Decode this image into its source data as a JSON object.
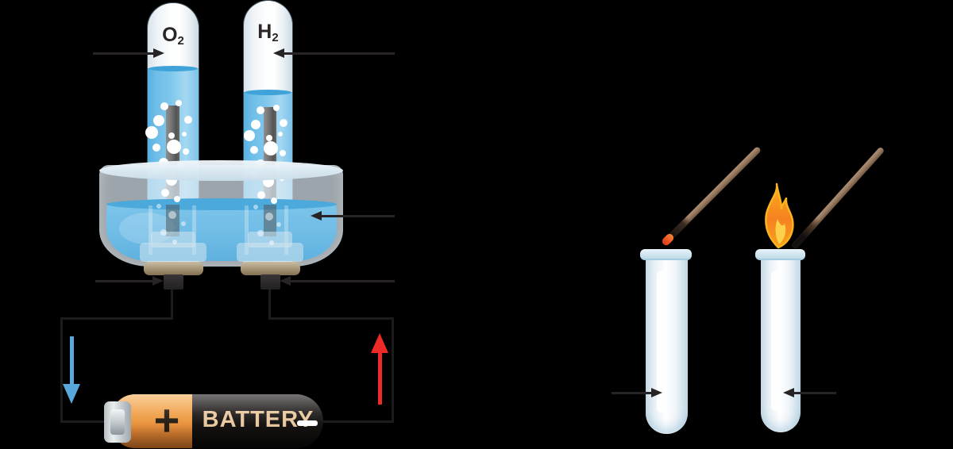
{
  "scene": {
    "background": "#000000"
  },
  "electrolysis_apparatus": {
    "tube_left": {
      "gas_symbol": "O",
      "gas_subscript": "2"
    },
    "tube_right": {
      "gas_symbol": "H",
      "gas_subscript": "2"
    },
    "battery": {
      "label": "BATTERY",
      "positive_sign": "+"
    }
  },
  "colors": {
    "tube_water_blue": "#79C3EA",
    "trough_water_blue": "#6FBCE6",
    "pointer_arrow_black": "#282425",
    "wire_black": "#1C1C1C",
    "current_arrow_blue": "#58A8DD",
    "current_arrow_red": "#EE2A26",
    "battery_orange": "#E89440",
    "battery_text_tan": "#E9C9A0",
    "flame_orange": "#F58220",
    "flame_yellow": "#FDD24A",
    "splint_brown": "#9A7C62",
    "ember_red_orange": "#F25C26"
  },
  "decor": {
    "bubbles_left_tube": [
      [
        207,
        134,
        5
      ],
      [
        225,
        130,
        4
      ],
      [
        200,
        152,
        7
      ],
      [
        237,
        151,
        5
      ],
      [
        191,
        167,
        8
      ],
      [
        216,
        171,
        4
      ],
      [
        232,
        169,
        3
      ],
      [
        197,
        186,
        5
      ],
      [
        219,
        185,
        9
      ],
      [
        234,
        191,
        4
      ],
      [
        206,
        205,
        6
      ],
      [
        227,
        208,
        4
      ],
      [
        197,
        217,
        5
      ],
      [
        216,
        227,
        7
      ],
      [
        235,
        222,
        3
      ],
      [
        208,
        243,
        5
      ],
      [
        223,
        251,
        4
      ],
      [
        200,
        260,
        3
      ],
      [
        217,
        271,
        5
      ],
      [
        231,
        282,
        3
      ],
      [
        206,
        293,
        4
      ],
      [
        220,
        305,
        3
      ]
    ],
    "bubbles_right_tube": [
      [
        328,
        139,
        5
      ],
      [
        348,
        136,
        4
      ],
      [
        322,
        157,
        6
      ],
      [
        357,
        155,
        5
      ],
      [
        314,
        171,
        7
      ],
      [
        339,
        174,
        4
      ],
      [
        353,
        169,
        3
      ],
      [
        320,
        189,
        5
      ],
      [
        341,
        187,
        9
      ],
      [
        356,
        193,
        4
      ],
      [
        328,
        207,
        6
      ],
      [
        349,
        209,
        4
      ],
      [
        319,
        221,
        5
      ],
      [
        338,
        229,
        7
      ],
      [
        355,
        225,
        3
      ],
      [
        329,
        246,
        5
      ],
      [
        345,
        253,
        4
      ],
      [
        322,
        261,
        3
      ],
      [
        339,
        273,
        5
      ],
      [
        351,
        283,
        3
      ],
      [
        328,
        294,
        4
      ],
      [
        342,
        306,
        3
      ]
    ]
  }
}
